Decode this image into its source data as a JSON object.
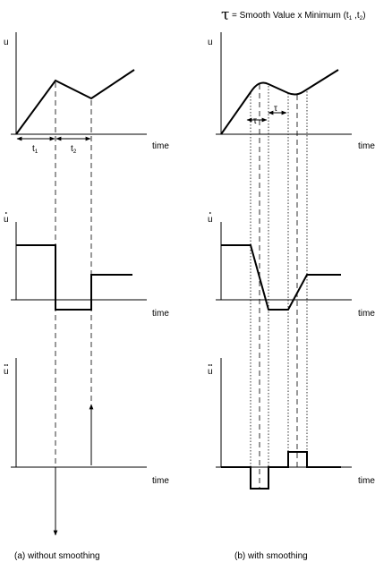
{
  "header": {
    "tau_symbol": "τ",
    "formula_prefix": "= Smooth Value x Minimum (t",
    "sub_1": "1",
    "formula_mid": " ,t",
    "sub_2": "2",
    "formula_suffix": ")"
  },
  "axes": {
    "u_label": "u",
    "u_dot_label": "u",
    "u_ddot_label": "u",
    "time_label": "time"
  },
  "interval_labels": {
    "t_letter": "t",
    "t1_sub": "1",
    "t2_sub": "2",
    "tau": "τ"
  },
  "captions": {
    "left": "(a) without smoothing",
    "right": "(b) with smoothing"
  }
}
